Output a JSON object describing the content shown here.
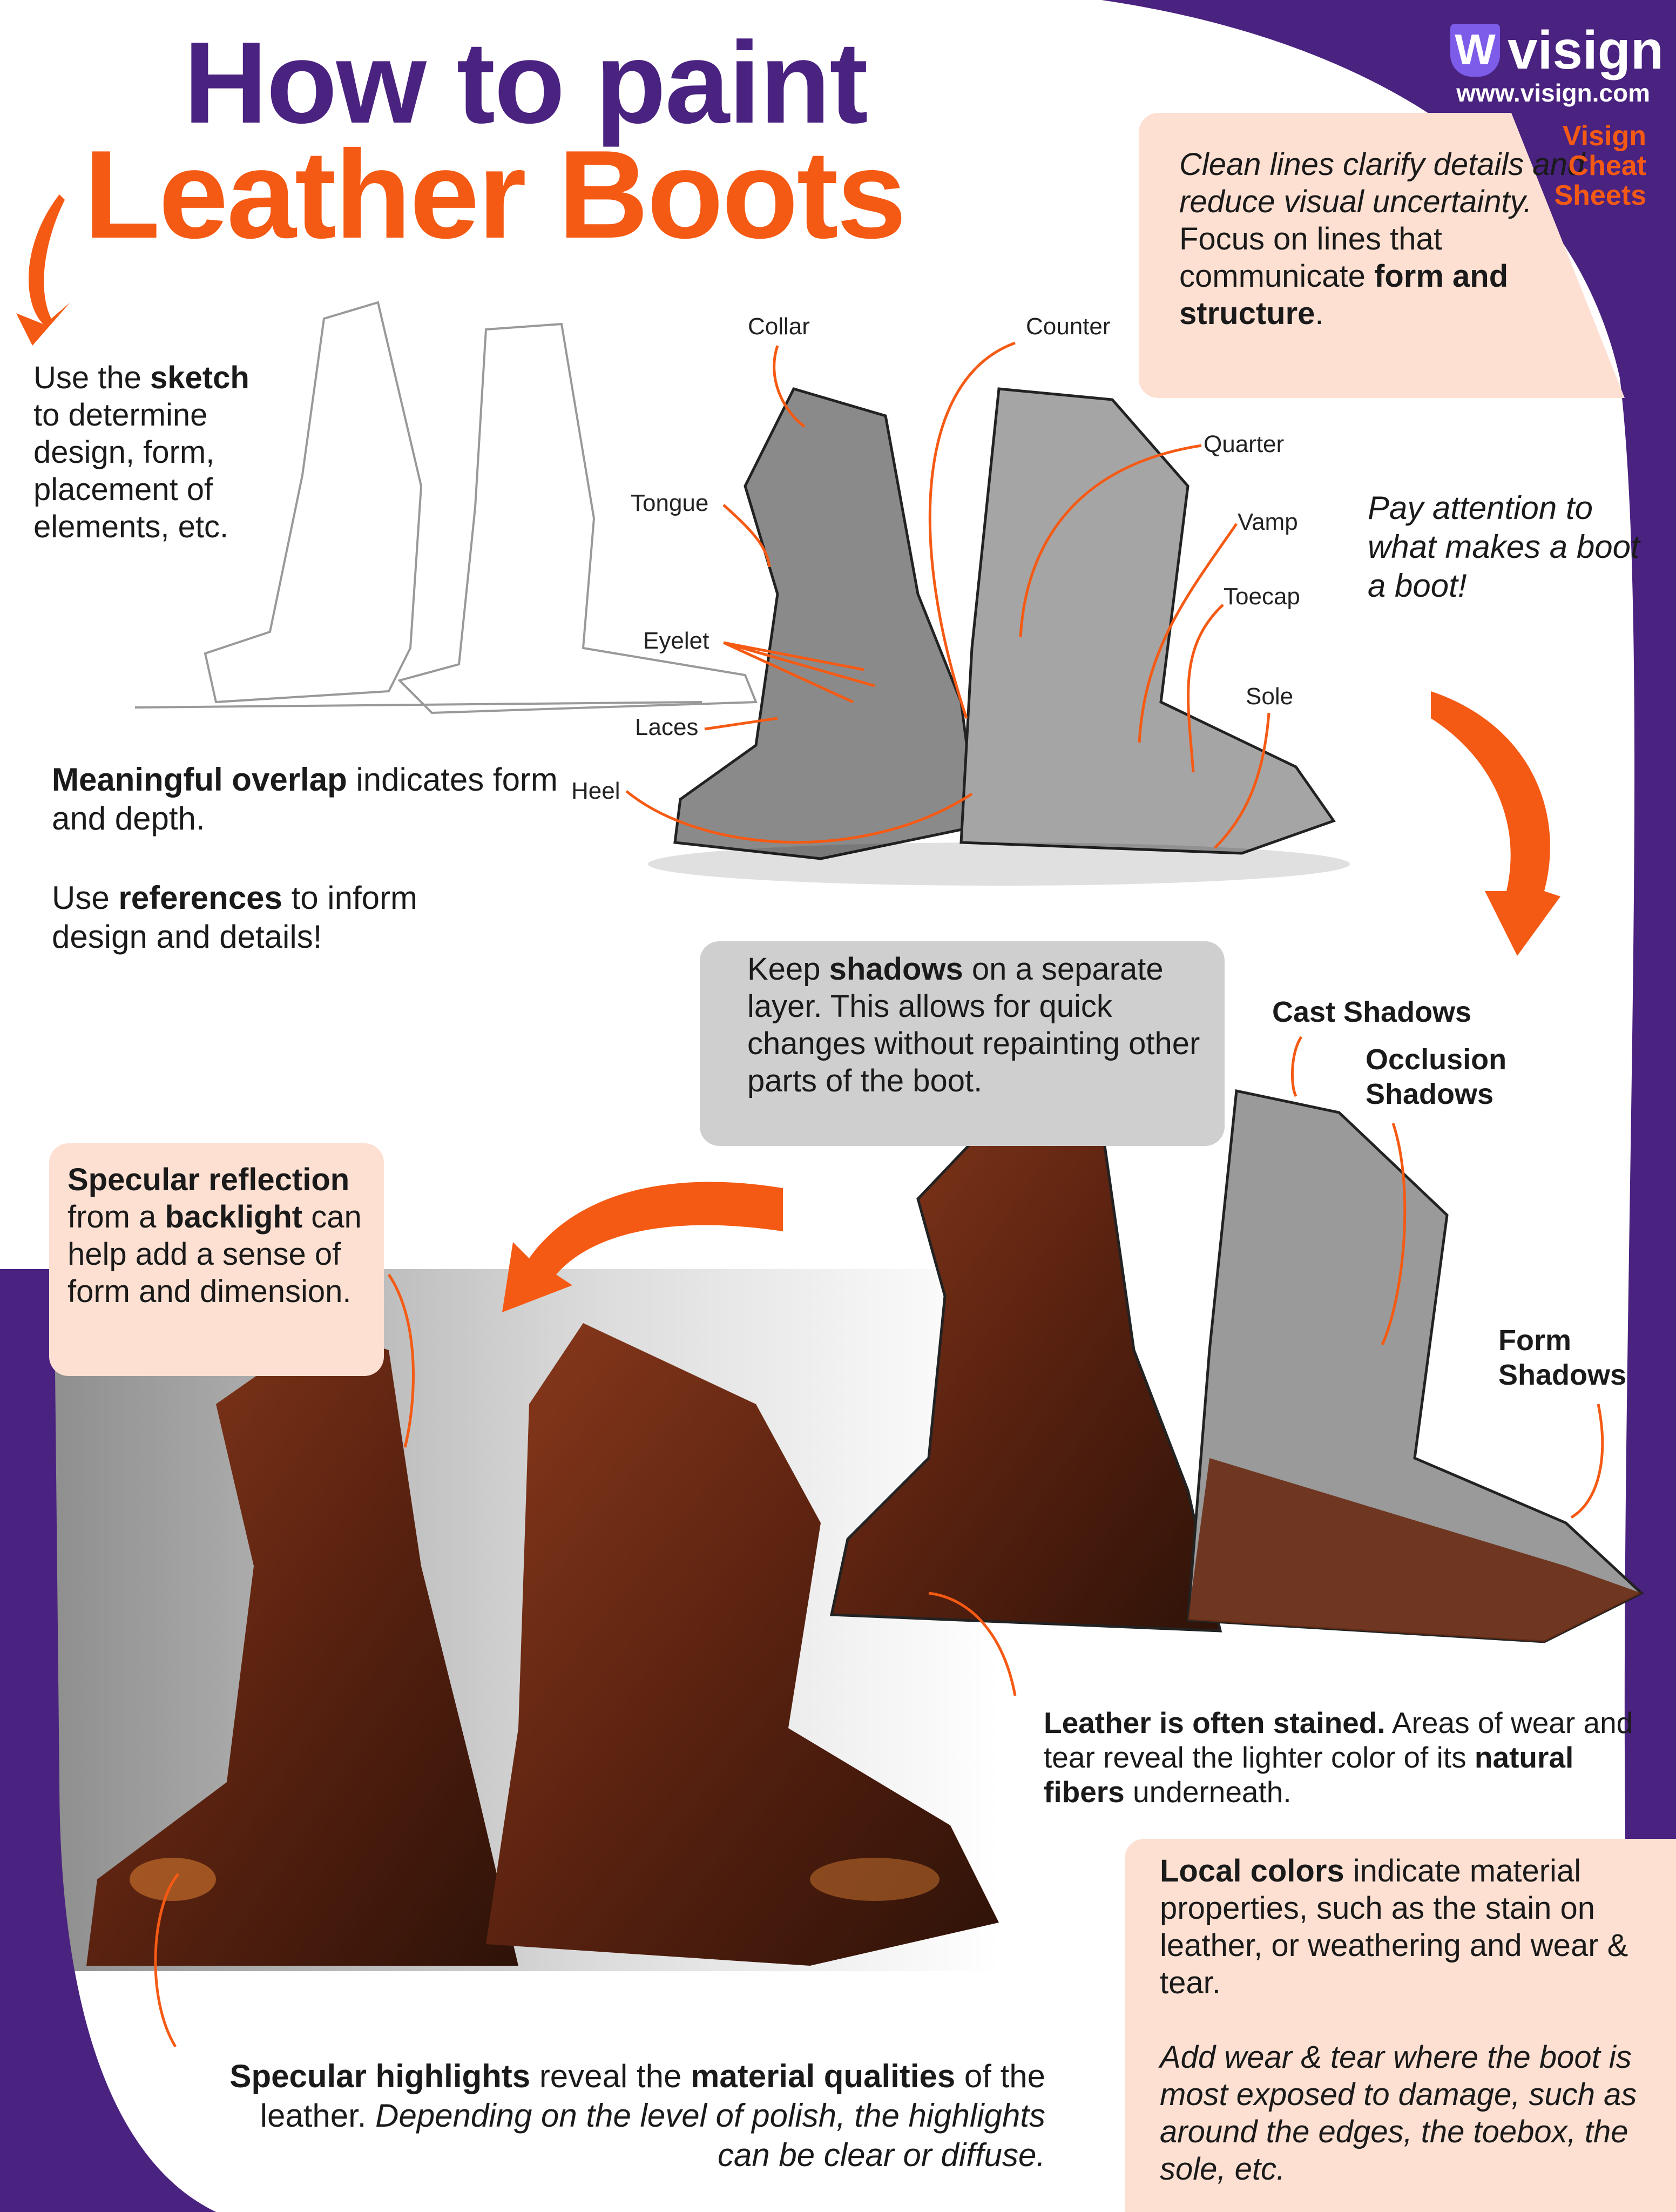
{
  "colors": {
    "purple": "#4a2280",
    "orange": "#f55a14",
    "peach": "#fde0d2",
    "gray_box": "#cfcfcf"
  },
  "title": {
    "line1": "How to paint",
    "line2": "Leather Boots"
  },
  "brand": {
    "logo_text": "visign",
    "url": "www.visign.com",
    "series": [
      "Visign",
      "Cheat",
      "Sheets"
    ]
  },
  "sketch_note": {
    "a": "Use the ",
    "b": "sketch",
    "c": " to determine design, form, placement of elements, etc."
  },
  "overlap_note": {
    "a": "Meaningful overlap",
    "b": " indicates form and depth."
  },
  "reference_note": {
    "a": "Use ",
    "b": "references",
    "c": " to inform design and details!"
  },
  "clean_lines": {
    "italic": "Clean lines clarify details and reduce visual uncertainty.",
    "a": " Focus on lines that communicate ",
    "b": "form and structure",
    "c": "."
  },
  "pay_attention": "Pay attention to what makes a boot a boot!",
  "labels": {
    "collar": "Collar",
    "counter": "Counter",
    "quarter": "Quarter",
    "tongue": "Tongue",
    "vamp": "Vamp",
    "toecap": "Toecap",
    "sole": "Sole",
    "eyelet": "Eyelet",
    "laces": "Laces",
    "heel": "Heel"
  },
  "shadows_note": {
    "a": "Keep ",
    "b": "shadows",
    "c": " on a separate layer. This allows for quick changes without repainting other parts of the boot."
  },
  "shadow_labels": {
    "cast": "Cast Shadows",
    "occlusion": "Occlusion Shadows",
    "form": "Form Shadows"
  },
  "specular_note": {
    "a": "Specular reflection",
    "b": " from a ",
    "c": "backlight",
    "d": " can help add a sense of form and dimension."
  },
  "stained_note": {
    "a": "Leather is often stained.",
    "b": " Areas of wear and tear reveal the lighter color of its ",
    "c": "natural fibers",
    "d": " underneath."
  },
  "local_colors": {
    "a": "Local colors",
    "b": " indicate material properties, such as the stain on leather, or weathering and wear & tear.",
    "italic": "Add wear & tear where the boot is most exposed to damage, such as around the edges, the toebox, the sole, etc."
  },
  "highlights_note": {
    "a": "Specular highlights",
    "b": " reveal the ",
    "c": "material qualities",
    "d": " of the leather. ",
    "italic": "Depending on the level of polish, the highlights can be clear or diffuse."
  }
}
